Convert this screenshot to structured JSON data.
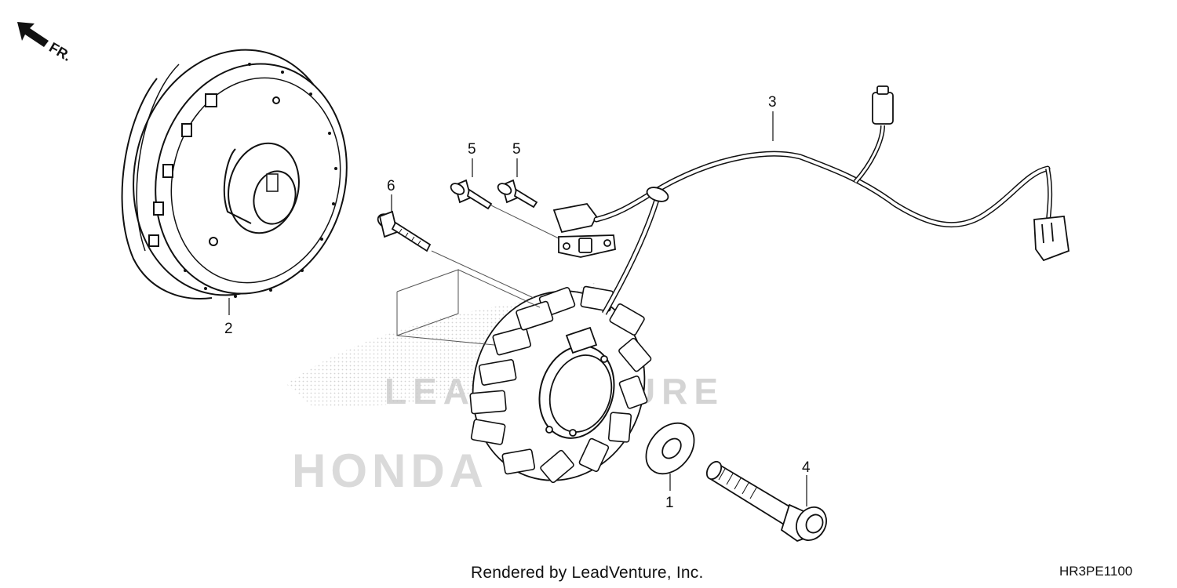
{
  "direction_label": "FR.",
  "callouts": {
    "washer": "1",
    "flywheel": "2",
    "wire_harness": "3",
    "flange_bolt_large": "4",
    "bolt_pulser_left": "5",
    "bolt_pulser_right": "5",
    "bolt_stator": "6"
  },
  "watermarks": {
    "brand": "LEADVENTURE",
    "maker": "HONDA"
  },
  "footer": {
    "credit": "Rendered by LeadVenture, Inc.",
    "diagram_code": "HR3PE1100"
  }
}
